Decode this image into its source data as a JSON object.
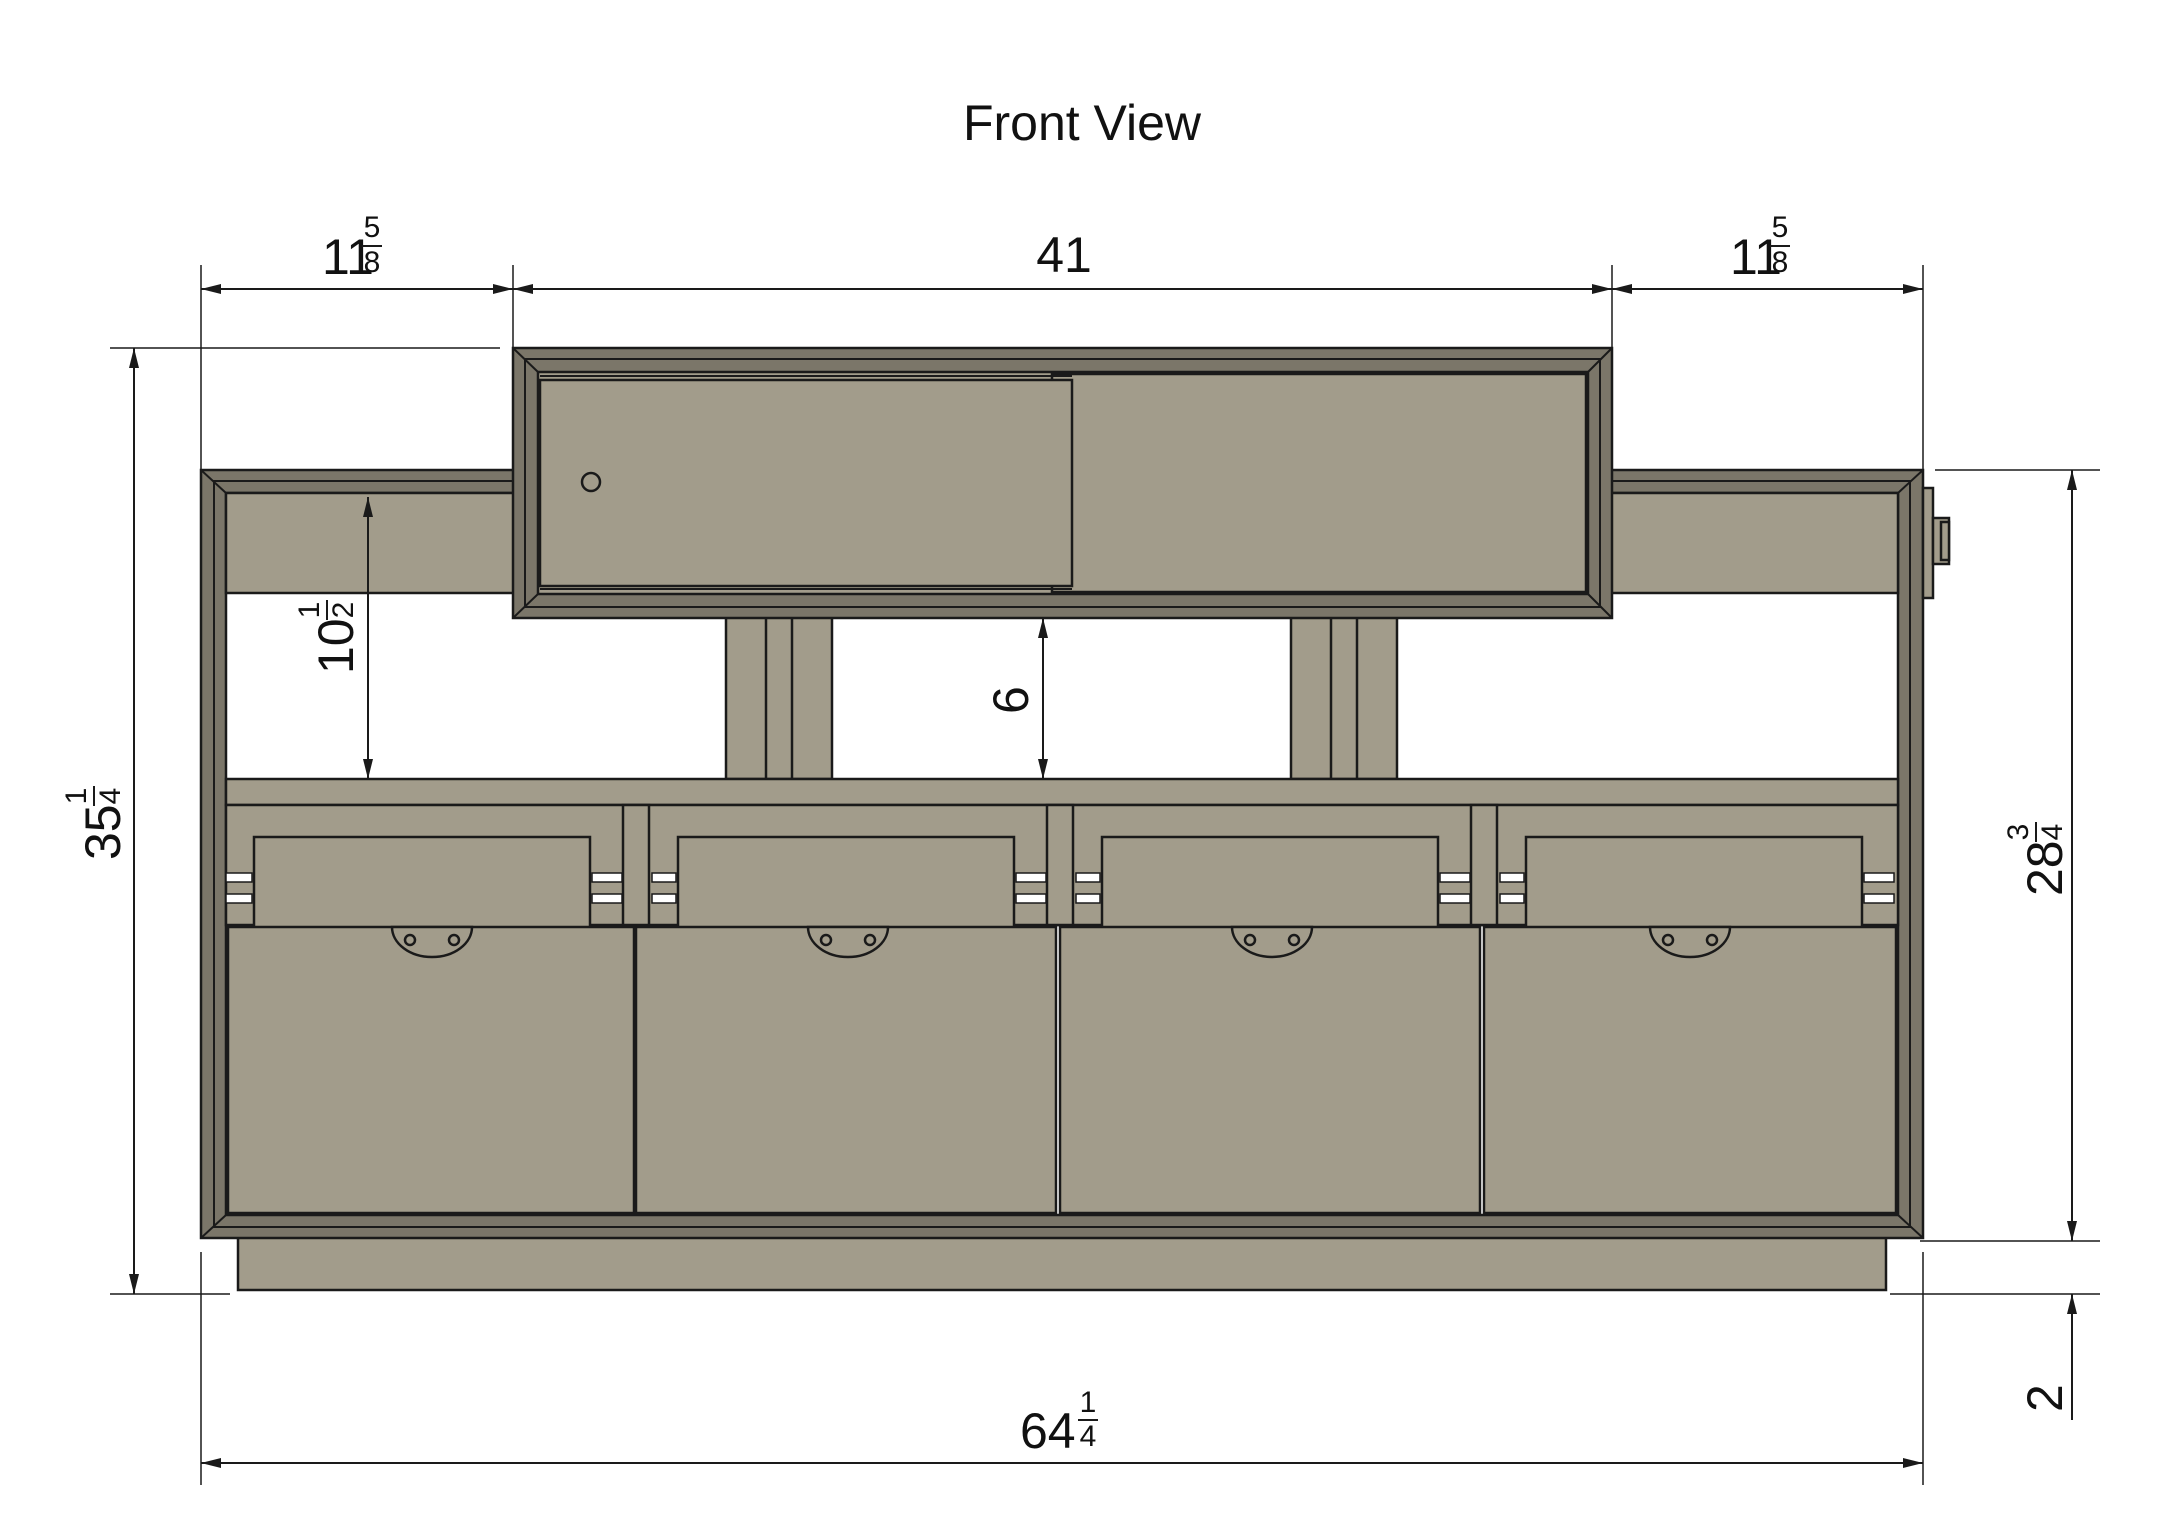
{
  "drawing": {
    "title": "Front View",
    "colors": {
      "wood": "#a29c8b",
      "frame": "#7b7669",
      "outline": "#1a1a1a"
    },
    "dimensions": {
      "top_left": {
        "whole": "11",
        "num": "5",
        "den": "8"
      },
      "top_center": {
        "whole": "41",
        "num": "",
        "den": ""
      },
      "top_right": {
        "whole": "11",
        "num": "5",
        "den": "8"
      },
      "overall_height": {
        "whole": "35",
        "num": "1",
        "den": "4"
      },
      "opening_height": {
        "whole": "10",
        "num": "1",
        "den": "2"
      },
      "riser_height": {
        "whole": "6",
        "num": "",
        "den": ""
      },
      "case_height": {
        "whole": "28",
        "num": "3",
        "den": "4"
      },
      "base_height": {
        "whole": "2",
        "num": "",
        "den": ""
      },
      "overall_width": {
        "whole": "64",
        "num": "1",
        "den": "4"
      }
    }
  }
}
